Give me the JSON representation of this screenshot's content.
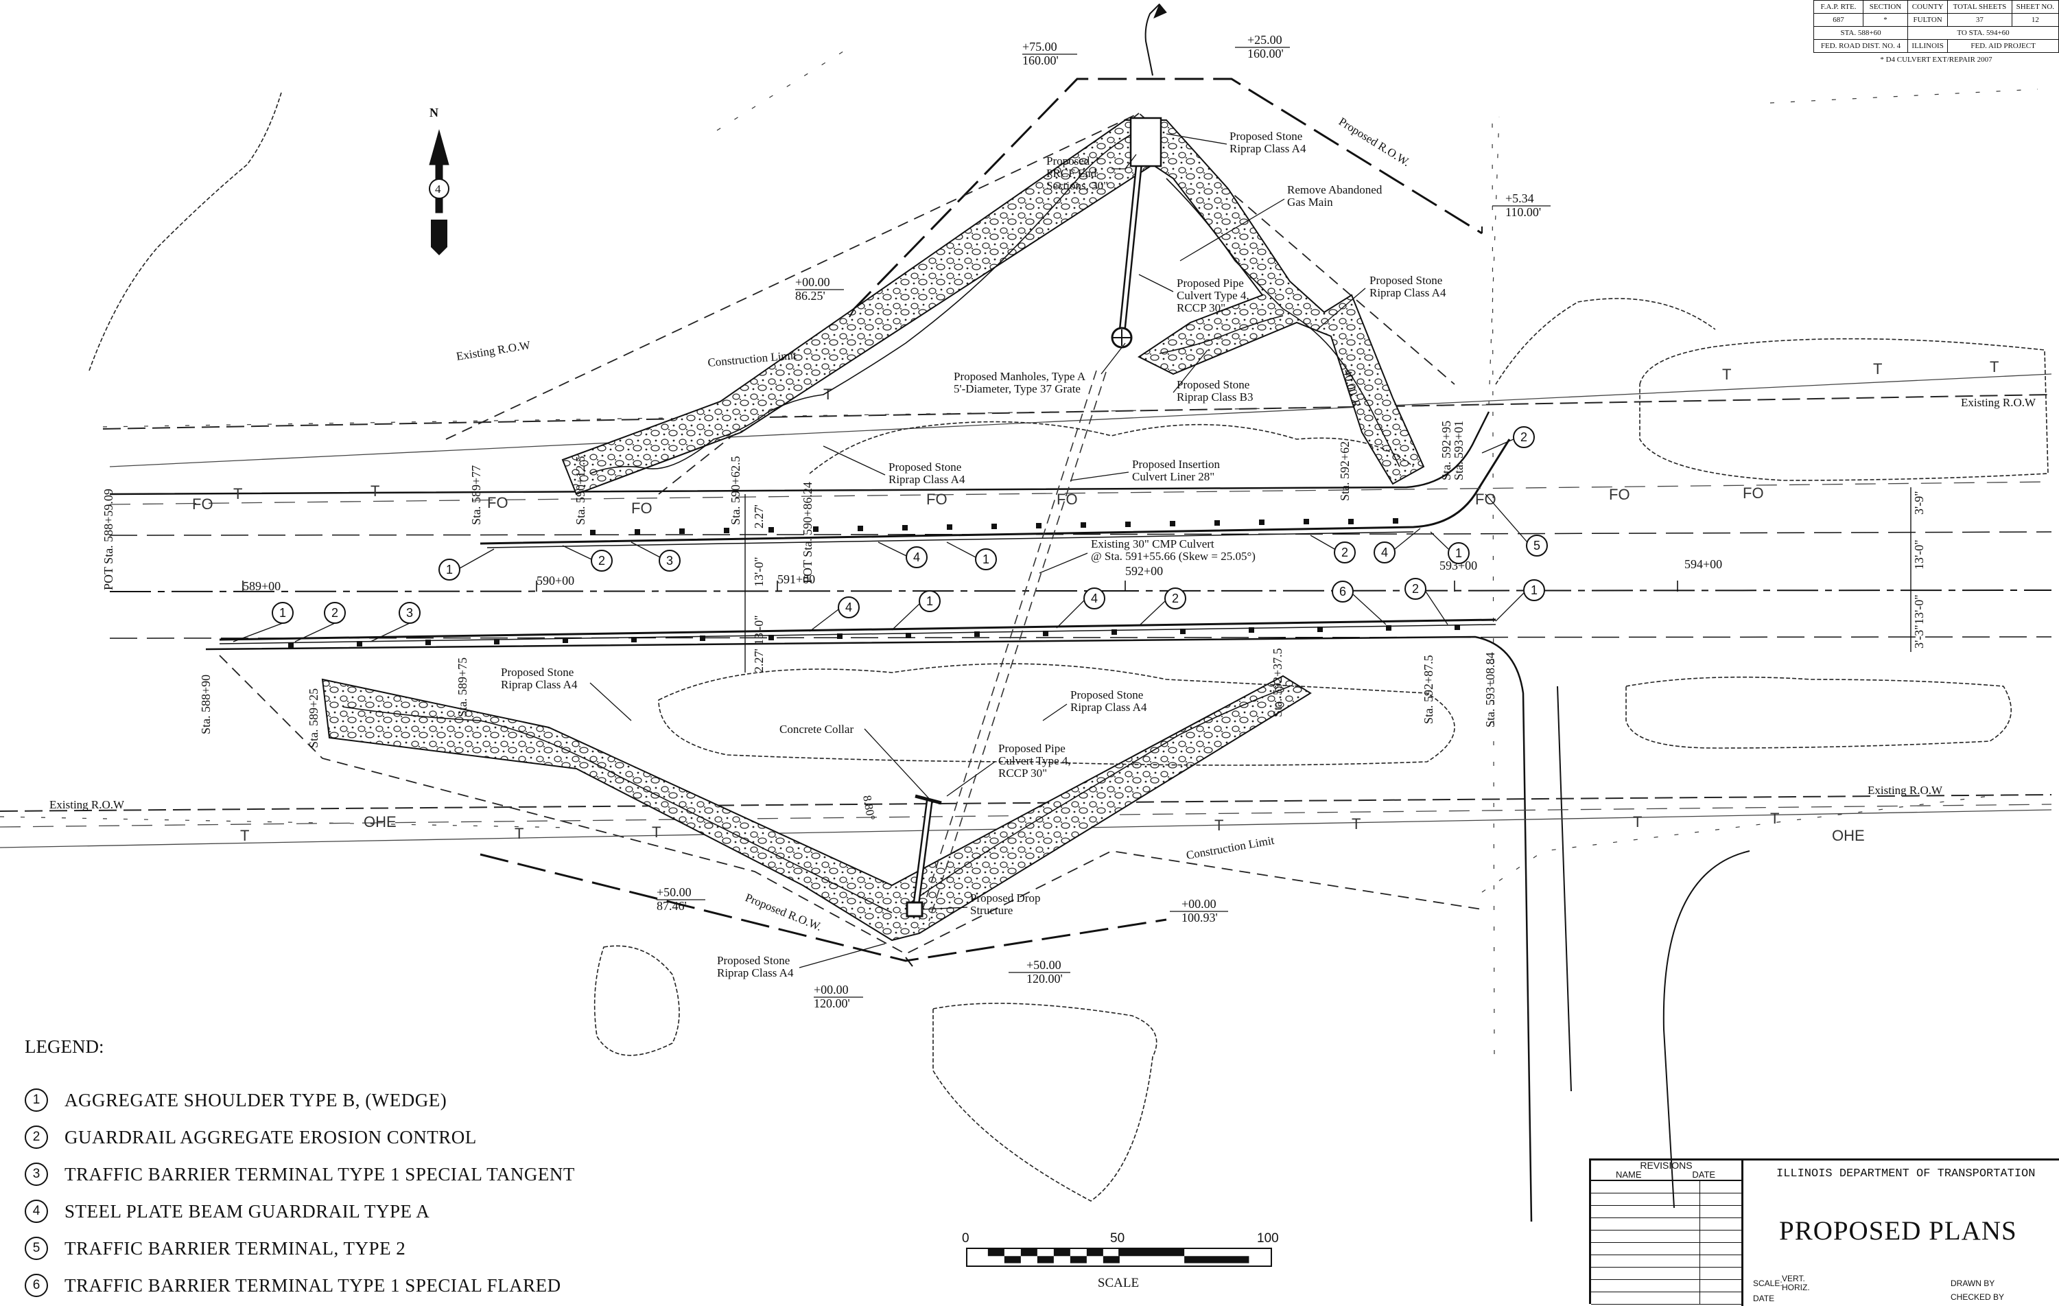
{
  "title_block": {
    "fap_table": {
      "headers": [
        "F.A.P. RTE.",
        "SECTION",
        "COUNTY",
        "TOTAL SHEETS",
        "SHEET NO."
      ],
      "values": [
        "687",
        "*",
        "FULTON",
        "37",
        "12"
      ],
      "sta_from": "STA. 588+60",
      "sta_to": "TO STA. 594+60",
      "district": "FED. ROAD DIST. NO. 4",
      "state": "ILLINOIS",
      "project": "FED. AID PROJECT"
    },
    "footnote": "* D4 CULVERT EXT/REPAIR 2007",
    "revisions_header": "REVISIONS",
    "revisions_cols": [
      "NAME",
      "DATE"
    ],
    "department": "ILLINOIS DEPARTMENT OF TRANSPORTATION",
    "plan_title": "PROPOSED PLANS",
    "scale_label": "SCALE:",
    "vert_label": "VERT.",
    "horiz_label": "HORIZ.",
    "date_label": "DATE",
    "drawn_by": "DRAWN BY",
    "checked_by": "CHECKED BY"
  },
  "north_arrow": {
    "letter": "N",
    "icon": "north-arrow-icon",
    "symbol": "4"
  },
  "scale_bar": {
    "ticks": [
      "0",
      "50",
      "100"
    ],
    "title": "SCALE"
  },
  "legend": {
    "title": "LEGEND:",
    "items": [
      {
        "num": "1",
        "text": "AGGREGATE SHOULDER TYPE B, (WEDGE)"
      },
      {
        "num": "2",
        "text": "GUARDRAIL AGGREGATE EROSION CONTROL"
      },
      {
        "num": "3",
        "text": "TRAFFIC BARRIER TERMINAL  TYPE 1 SPECIAL TANGENT"
      },
      {
        "num": "4",
        "text": "STEEL PLATE BEAM GUARDRAIL TYPE A"
      },
      {
        "num": "5",
        "text": "TRAFFIC BARRIER TERMINAL, TYPE 2"
      },
      {
        "num": "6",
        "text": "TRAFFIC BARRIER TERMINAL  TYPE 1 SPECIAL FLARED"
      }
    ]
  },
  "annotations": {
    "prcf_1": "Proposed",
    "prcf_2": "PRCF End",
    "prcf_3": "Sections, 30\"",
    "riprap_a4_top_1": "Proposed Stone",
    "riprap_a4_top_2": "Riprap Class A4",
    "gas_1": "Remove Abandoned",
    "gas_2": "Gas Main",
    "riprap_a4_right_1": "Proposed Stone",
    "riprap_a4_right_2": "Riprap Class A4",
    "pipe_top_1": "Proposed Pipe",
    "pipe_top_2": "Culvert Type 4,",
    "pipe_top_3": "RCCP 30\"",
    "manhole_1": "Proposed Manholes, Type A",
    "manhole_2": "5'-Diameter, Type 37 Grate",
    "riprap_b3_1": "Proposed Stone",
    "riprap_b3_2": "Riprap Class B3",
    "riprap_a4_mid_1": "Proposed Stone",
    "riprap_a4_mid_2": "Riprap Class A4",
    "liner_1": "Proposed Insertion",
    "liner_2": "Culvert Liner 28\"",
    "cmp_1": "Existing 30\" CMP Culvert",
    "cmp_2": "@ Sta. 591+55.66 (Skew = 25.05°)",
    "riprap_a4_lowleft_1": "Proposed Stone",
    "riprap_a4_lowleft_2": "Riprap Class A4",
    "riprap_a4_lowright_1": "Proposed Stone",
    "riprap_a4_lowright_2": "Riprap Class A4",
    "collar": "Concrete Collar",
    "pipe_low_1": "Proposed Pipe",
    "pipe_low_2": "Culvert Type 4,",
    "pipe_low_3": "RCCP 30\"",
    "drop_1": "Proposed Drop",
    "drop_2": "Structure",
    "riprap_a4_bottom_1": "Proposed Stone",
    "riprap_a4_bottom_2": "Riprap Class A4",
    "existing_row_1": "Existing R.O.W",
    "existing_row_2": "Existing R.O.W",
    "existing_row_3": "Existing R.O.W",
    "existing_row_4": "Existing R.O.W",
    "proposed_row_1": "Proposed R.O.W.",
    "proposed_row_2": "Proposed R.O.W.",
    "construction_limit_1": "Construction Limit",
    "construction_limit_2": "Construction Limit",
    "radius": "40.00' R",
    "angle": "8.80°"
  },
  "offsets": {
    "top_left": [
      "+00.00",
      "86.25'"
    ],
    "top_center_left": [
      "+75.00",
      "160.00'"
    ],
    "top_center_right": [
      "+25.00",
      "160.00'"
    ],
    "top_right": [
      "+5.34",
      "110.00'"
    ],
    "bottom_left": [
      "+50.00",
      "87.46'"
    ],
    "bottom_center_left": [
      "+00.00",
      "120.00'"
    ],
    "bottom_center_right": [
      "+50.00",
      "120.00'"
    ],
    "bottom_right": [
      "+00.00",
      "100.93'"
    ]
  },
  "stations": {
    "pot_left": "POT Sta. 588+59.09",
    "pot_mid": "POT Sta. 590+86.24",
    "s589_77": "Sta. 589+77",
    "s590_12": "Sta. 590+12.5",
    "s590_62": "Sta. 590+62.5",
    "s592_62": "Sta. 592+62",
    "s592_95": "Sta. 592+95",
    "s593_01": "Sta. 593+01",
    "s588_90": "Sta. 588+90",
    "s589_25": "Sta. 589+25",
    "s589_75": "Sta. 589+75",
    "s592_37": "Sta. 592+37.5",
    "s592_87": "Sta. 592+87.5",
    "s593_08": "Sta. 593+08.84",
    "cl_589": "589+00",
    "cl_590": "590+00",
    "cl_591": "591+00",
    "cl_592": "592+00",
    "cl_593": "593+00",
    "cl_594": "594+00"
  },
  "dimensions": {
    "d_2_27_top": "2.27'",
    "d_13_0_a": "13'-0\"",
    "d_13_0_b": "13'-0\"",
    "d_2_27_bot": "2.27'",
    "r_3_9": "3'-9\"",
    "r_13_0_a": "13'-0\"",
    "r_13_0_b": "13'-0\"",
    "r_3_3": "3'-3\""
  },
  "utility_codes": {
    "fiber": "FO",
    "telephone": "T",
    "overhead": "OHE"
  },
  "callouts": {
    "top_row": [
      "1",
      "2",
      "3",
      "4",
      "1",
      "2",
      "4",
      "1",
      "5",
      "2"
    ],
    "bottom_row": [
      "1",
      "2",
      "3",
      "4",
      "1",
      "4",
      "2",
      "6",
      "2",
      "1"
    ]
  }
}
